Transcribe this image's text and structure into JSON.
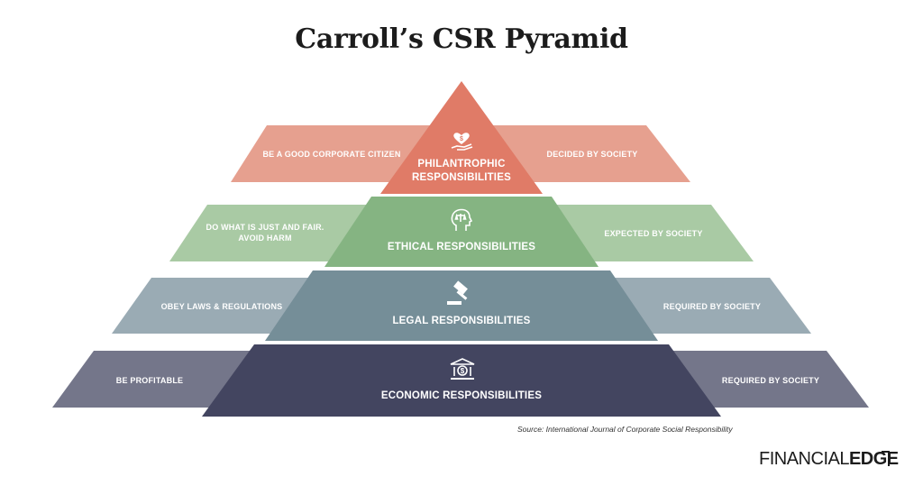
{
  "title": "Carroll’s CSR Pyramid",
  "levels": [
    {
      "name": "PHILANTROPHIC\nRESPONSIBILITIES",
      "left": "BE A GOOD CORPORATE CITIZEN",
      "right": "DECIDED BY SOCIETY",
      "icon": "hand-heart-dollar-icon",
      "color_main": "#e07b67",
      "color_side": "#e6a08f"
    },
    {
      "name": "ETHICAL RESPONSIBILITIES",
      "left": "DO WHAT IS JUST AND FAIR.\nAVOID HARM",
      "right": "EXPECTED BY SOCIETY",
      "icon": "head-scales-icon",
      "color_main": "#85b482",
      "color_side": "#a9caa4"
    },
    {
      "name": "LEGAL RESPONSIBILITIES",
      "left": "OBEY LAWS & REGULATIONS",
      "right": "REQUIRED BY SOCIETY",
      "icon": "gavel-icon",
      "color_main": "#758e98",
      "color_side": "#9aabb4"
    },
    {
      "name": "ECONOMIC RESPONSIBILITIES",
      "left": "BE PROFITABLE",
      "right": "REQUIRED BY SOCIETY",
      "icon": "bank-dollar-icon",
      "color_main": "#434560",
      "color_side": "#74768a"
    }
  ],
  "source": "Source: International Journal of Corporate Social Responsibility",
  "logo": {
    "part1": "FINANCIAL",
    "part2": "EDGE"
  }
}
